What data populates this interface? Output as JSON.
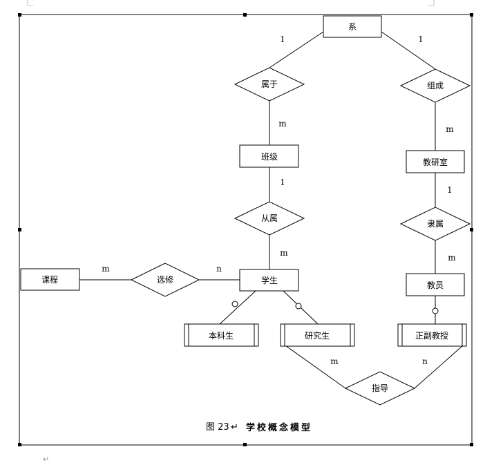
{
  "diagram": {
    "entities": {
      "xi": "系",
      "banji": "班级",
      "jiaoyanshi": "教研室",
      "kecheng": "课程",
      "xuesheng": "学生",
      "jiaoyuan": "教员",
      "benkesheng": "本科生",
      "yanjiusheng": "研究生",
      "zhengfujiaoshou": "正副教授"
    },
    "relationships": {
      "shuyu": "属于",
      "zucheng": "组成",
      "congshu": "从属",
      "lishu": "隶属",
      "xuanxiu": "选修",
      "zhidao": "指导"
    },
    "cardinalities": {
      "xi_shuyu": "1",
      "xi_zucheng": "1",
      "shuyu_banji": "m",
      "zucheng_jiaoyanshi": "m",
      "banji_congshu": "1",
      "jiaoyanshi_lishu": "1",
      "congshu_xuesheng": "m",
      "lishu_jiaoyuan": "m",
      "kecheng_xuanxiu": "m",
      "xuanxiu_xuesheng": "n",
      "yanjiusheng_zhidao": "m",
      "zhengfujiaoshou_zhidao": "n"
    }
  },
  "caption": {
    "number": "图 23",
    "title": "学校概念模型"
  },
  "marks": {
    "paragraph_mark": "↵"
  }
}
